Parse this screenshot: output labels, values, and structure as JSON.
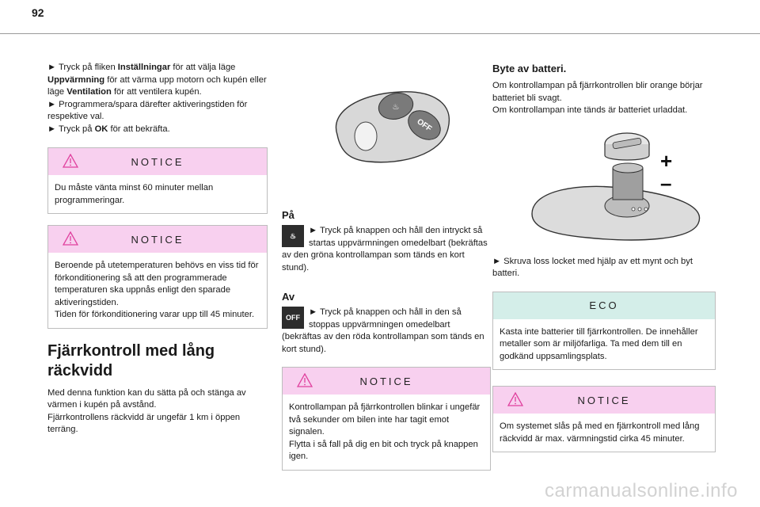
{
  "page_number": "92",
  "col1": {
    "step1_arrow": "►",
    "step1_a": " Tryck på fliken ",
    "step1_b": "Inställningar",
    "step1_c": " för att välja läge ",
    "step1_d": "Uppvärmning",
    "step1_e": " för att värma upp motorn och kupén eller läge ",
    "step1_f": "Ventilation",
    "step1_g": " för att ventilera kupén.",
    "step2": "► Programmera/spara därefter aktiveringstiden för respektive val.",
    "step3_a": "► Tryck på ",
    "step3_b": "OK",
    "step3_c": " för att bekräfta.",
    "notice1_title": "NOTICE",
    "notice1_body": "Du måste vänta minst 60 minuter mellan programmeringar.",
    "notice2_title": "NOTICE",
    "notice2_body1": "Beroende på utetemperaturen behövs en viss tid för förkonditionering så att den programmerade temperaturen ska uppnås enligt den sparade aktiveringstiden.",
    "notice2_body2": "Tiden för förkonditionering varar upp till 45 minuter.",
    "heading": "Fjärrkontroll med lång räckvidd",
    "intro1": "Med denna funktion kan du sätta på och stänga av värmen i kupén på avstånd.",
    "intro2": "Fjärrkontrollens räckvidd är ungefär 1 km i öppen terräng."
  },
  "col2": {
    "remote_off_label": "OFF",
    "on_heading": "På",
    "on_text": "► Tryck på knappen och håll den intryckt så startas uppvärmningen omedelbart (bekräftas av den gröna kontrollampan som tänds en kort stund).",
    "off_heading": "Av",
    "off_icon_label": "OFF",
    "off_text": "► Tryck på knappen och håll in den så stoppas uppvärmningen omedelbart (bekräftas av den röda kontrollampan som tänds en kort stund).",
    "notice_title": "NOTICE",
    "notice_body1": "Kontrollampan på fjärrkontrollen blinkar i ungefär två sekunder om bilen inte har tagit emot signalen.",
    "notice_body2": "Flytta i så fall på dig en bit och tryck på knappen igen."
  },
  "col3": {
    "heading": "Byte av batteri.",
    "text1": "Om kontrollampan på fjärrkontrollen blir orange börjar batteriet bli svagt.",
    "text2": "Om kontrollampan inte tänds är batteriet urladdat.",
    "plus": "+",
    "minus": "–",
    "step": "► Skruva loss locket med hjälp av ett mynt och byt batteri.",
    "eco_title": "ECO",
    "eco_body": "Kasta inte batterier till fjärrkontrollen. De innehåller metaller som är miljöfarliga. Ta med dem till en godkänd uppsamlingsplats.",
    "notice_title": "NOTICE",
    "notice_body": "Om systemet slås på med en fjärrkontroll med lång räckvidd är max. värmningstid cirka 45 minuter."
  },
  "watermark": "carmanualsonline.info",
  "colors": {
    "notice_bg": "#f8d0ef",
    "eco_bg": "#d4eee9",
    "warning_icon": "#e0409e"
  }
}
